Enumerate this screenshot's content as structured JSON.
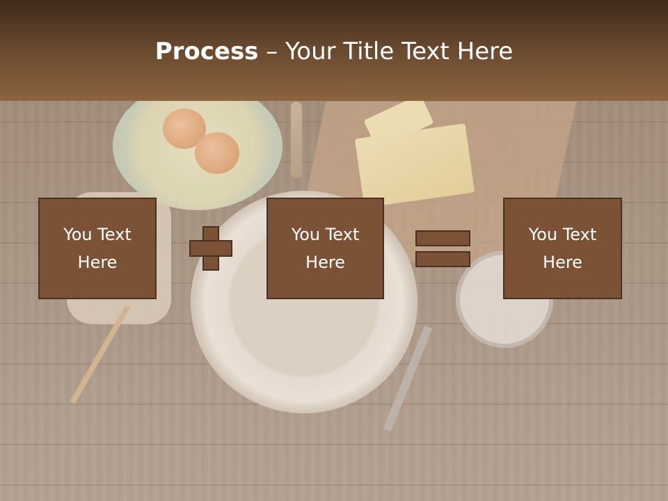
{
  "slide": {
    "title_bold": "Process",
    "title_rest": " – Your Title Text Here",
    "boxes": [
      {
        "label": "You Text\nHere"
      },
      {
        "label": "You Text\nHere"
      },
      {
        "label": "You Text\nHere"
      }
    ],
    "operators": [
      "plus",
      "equals"
    ]
  },
  "colors": {
    "header_top": "#3f2a1a",
    "header_bottom": "#8c6441",
    "box_fill": "#7b5236",
    "box_border": "#4a3020",
    "text": "#ffffff"
  },
  "icons": [
    "plus-icon",
    "equals-icon"
  ]
}
